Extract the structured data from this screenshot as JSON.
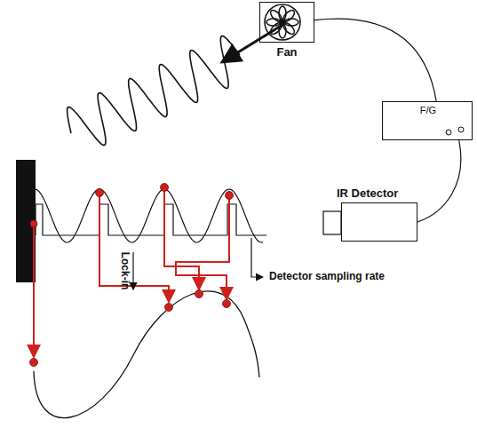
{
  "diagram": {
    "nodes": [
      {
        "text": [
          "Fan"
        ]
      },
      {
        "text": [
          "F/G"
        ]
      },
      {
        "text": [
          "IR Detector"
        ]
      }
    ],
    "edges": [
      {
        "from": 0,
        "to": 1,
        "arrow": "none"
      },
      {
        "from": 1,
        "to": 2,
        "arrow": "none"
      }
    ],
    "labels": [
      "Lock-in",
      "Detector sampling rate"
    ]
  }
}
